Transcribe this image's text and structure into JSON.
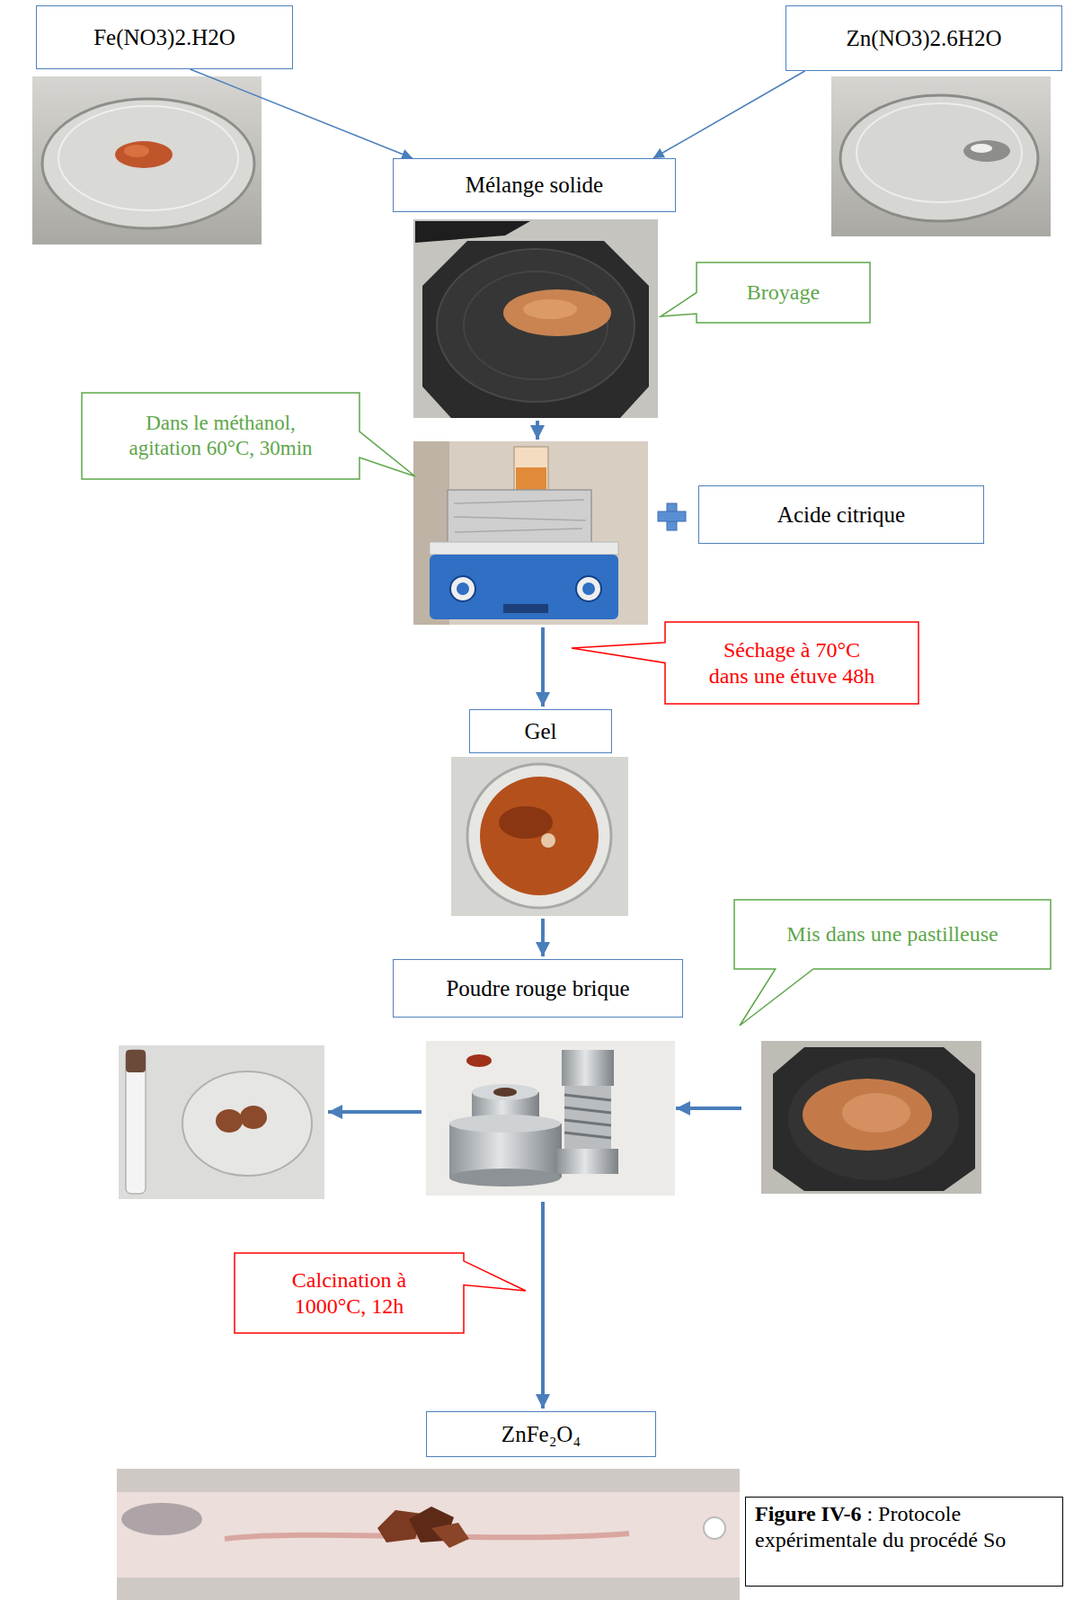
{
  "diagram": {
    "nodes": [
      {
        "text": [
          "Fe(NO3)2.H2O"
        ]
      },
      {
        "text": [
          "Zn(NO3)2.6H2O"
        ]
      },
      {
        "text": [
          "Mélange solide"
        ]
      },
      {
        "text": [
          "Broyage"
        ]
      },
      {
        "text": [
          "Dans le méthanol, agitation 60°C, 30min"
        ]
      },
      {
        "text": [
          "Acide citrique"
        ]
      },
      {
        "text": [
          "Séchage à 70°C dans une étuve 48h"
        ]
      },
      {
        "text": [
          "Gel"
        ]
      },
      {
        "text": [
          "Mis dans une pastilleuse"
        ]
      },
      {
        "text": [
          "Poudre rouge brique"
        ]
      },
      {
        "text": [
          "Calcination à 1000°C, 12h"
        ]
      },
      {
        "text": [
          "ZnFe₂O₄"
        ]
      },
      {
        "text": [
          "Figure IV-6",
          ": Protocole expérimentale du procédé So"
        ]
      }
    ],
    "edges": [
      {
        "from": 0,
        "to": 2,
        "arrow": "to"
      },
      {
        "from": 1,
        "to": 2,
        "arrow": "to"
      }
    ]
  }
}
